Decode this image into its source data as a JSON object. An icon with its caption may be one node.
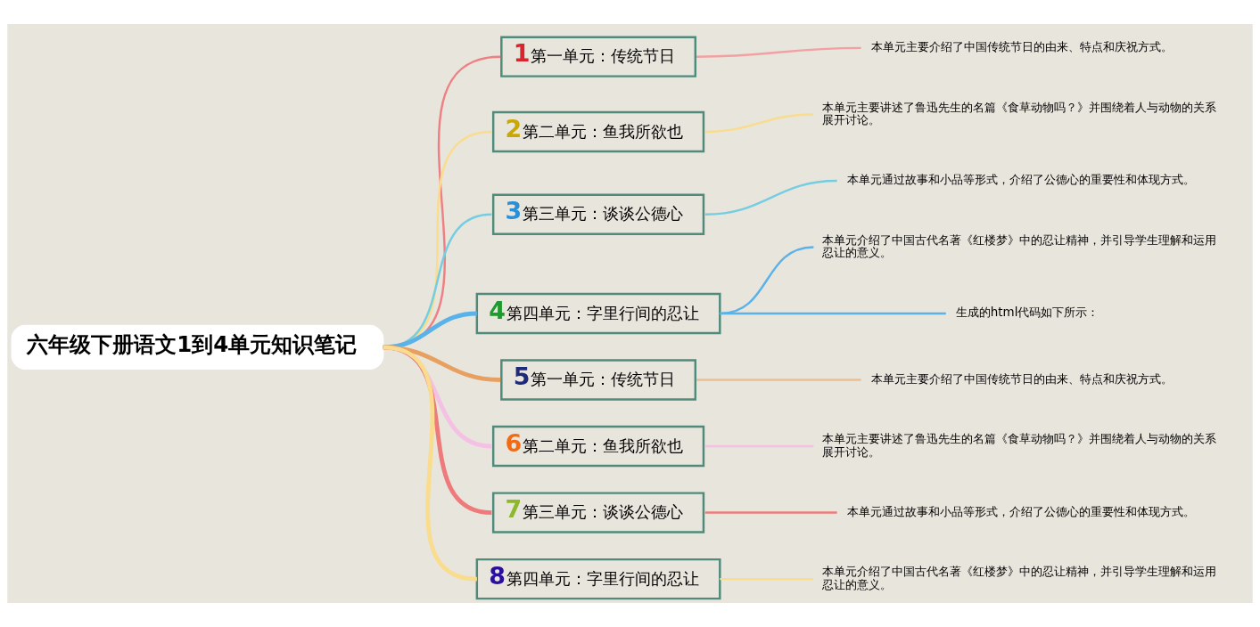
{
  "diagram": {
    "nodes": [
      {
        "text": [
          "六年级下册语文1到4单元知识笔记"
        ]
      },
      {
        "text": [
          "1",
          "第一单元：传统节日"
        ]
      },
      {
        "text": [
          "本单元主要介绍了中国传统节日的由来、特点和庆祝方式。"
        ]
      },
      {
        "text": [
          "2",
          "第二单元：鱼我所欲也"
        ]
      },
      {
        "text": [
          "本单元主要讲述了鲁迅先生的名篇《食草动物吗？》并围绕着人与动物的关系展开讨论。"
        ]
      },
      {
        "text": [
          "3",
          "第三单元：谈谈公德心"
        ]
      },
      {
        "text": [
          "本单元通过故事和小品等形式，介绍了公德心的重要性和体现方式。"
        ]
      },
      {
        "text": [
          "4",
          "第四单元：字里行间的忍让"
        ]
      },
      {
        "text": [
          "本单元介绍了中国古代名著《红楼梦》中的忍让精神，并引导学生理解和运用忍让的意义。"
        ]
      },
      {
        "text": [
          "生成的html代码如下所示："
        ]
      },
      {
        "text": [
          "5",
          "第一单元：传统节日"
        ]
      },
      {
        "text": [
          "本单元主要介绍了中国传统节日的由来、特点和庆祝方式。"
        ]
      },
      {
        "text": [
          "6",
          "第二单元：鱼我所欲也"
        ]
      },
      {
        "text": [
          "本单元主要讲述了鲁迅先生的名篇《食草动物吗？》并围绕着人与动物的关系展开讨论。"
        ]
      },
      {
        "text": [
          "7",
          "第三单元：谈谈公德心"
        ]
      },
      {
        "text": [
          "本单元通过故事和小品等形式，介绍了公德心的重要性和体现方式。"
        ]
      },
      {
        "text": [
          "8",
          "第四单元：字里行间的忍让"
        ]
      },
      {
        "text": [
          "本单元介绍了中国古代名著《红楼梦》中的忍让精神，并引导学生理解和运用忍让的意义。"
        ]
      }
    ],
    "edges": [
      {
        "from": 0,
        "to": 1,
        "arrow": "none",
        "color": "#ef7f82"
      },
      {
        "from": 1,
        "to": 2,
        "arrow": "none",
        "color": "#f2a0a2"
      },
      {
        "from": 0,
        "to": 3,
        "arrow": "none",
        "color": "#f9dc8e"
      },
      {
        "from": 3,
        "to": 4,
        "arrow": "none",
        "color": "#f9dc8e"
      },
      {
        "from": 0,
        "to": 5,
        "arrow": "none",
        "color": "#74cde0"
      },
      {
        "from": 5,
        "to": 6,
        "arrow": "none",
        "color": "#74cde0"
      },
      {
        "from": 0,
        "to": 7,
        "arrow": "none",
        "style": "thick",
        "color": "#5bb2e8"
      },
      {
        "from": 7,
        "to": 8,
        "arrow": "none",
        "color": "#5bb2e8"
      },
      {
        "from": 7,
        "to": 9,
        "arrow": "none",
        "color": "#5bb2e8"
      },
      {
        "from": 0,
        "to": 10,
        "arrow": "none",
        "style": "thick",
        "color": "#e8a060"
      },
      {
        "from": 10,
        "to": 11,
        "arrow": "none",
        "color": "#f0bc8c"
      },
      {
        "from": 0,
        "to": 12,
        "arrow": "none",
        "style": "thick",
        "color": "#f4c0e4"
      },
      {
        "from": 12,
        "to": 13,
        "arrow": "none",
        "color": "#f4c0e4"
      },
      {
        "from": 0,
        "to": 14,
        "arrow": "none",
        "style": "thick",
        "color": "#ee7a7c"
      },
      {
        "from": 14,
        "to": 15,
        "arrow": "none",
        "color": "#ee7a7c"
      },
      {
        "from": 0,
        "to": 16,
        "arrow": "none",
        "style": "thick",
        "color": "#f9dc8e"
      },
      {
        "from": 16,
        "to": 17,
        "arrow": "none",
        "color": "#f9dc8e"
      }
    ]
  }
}
